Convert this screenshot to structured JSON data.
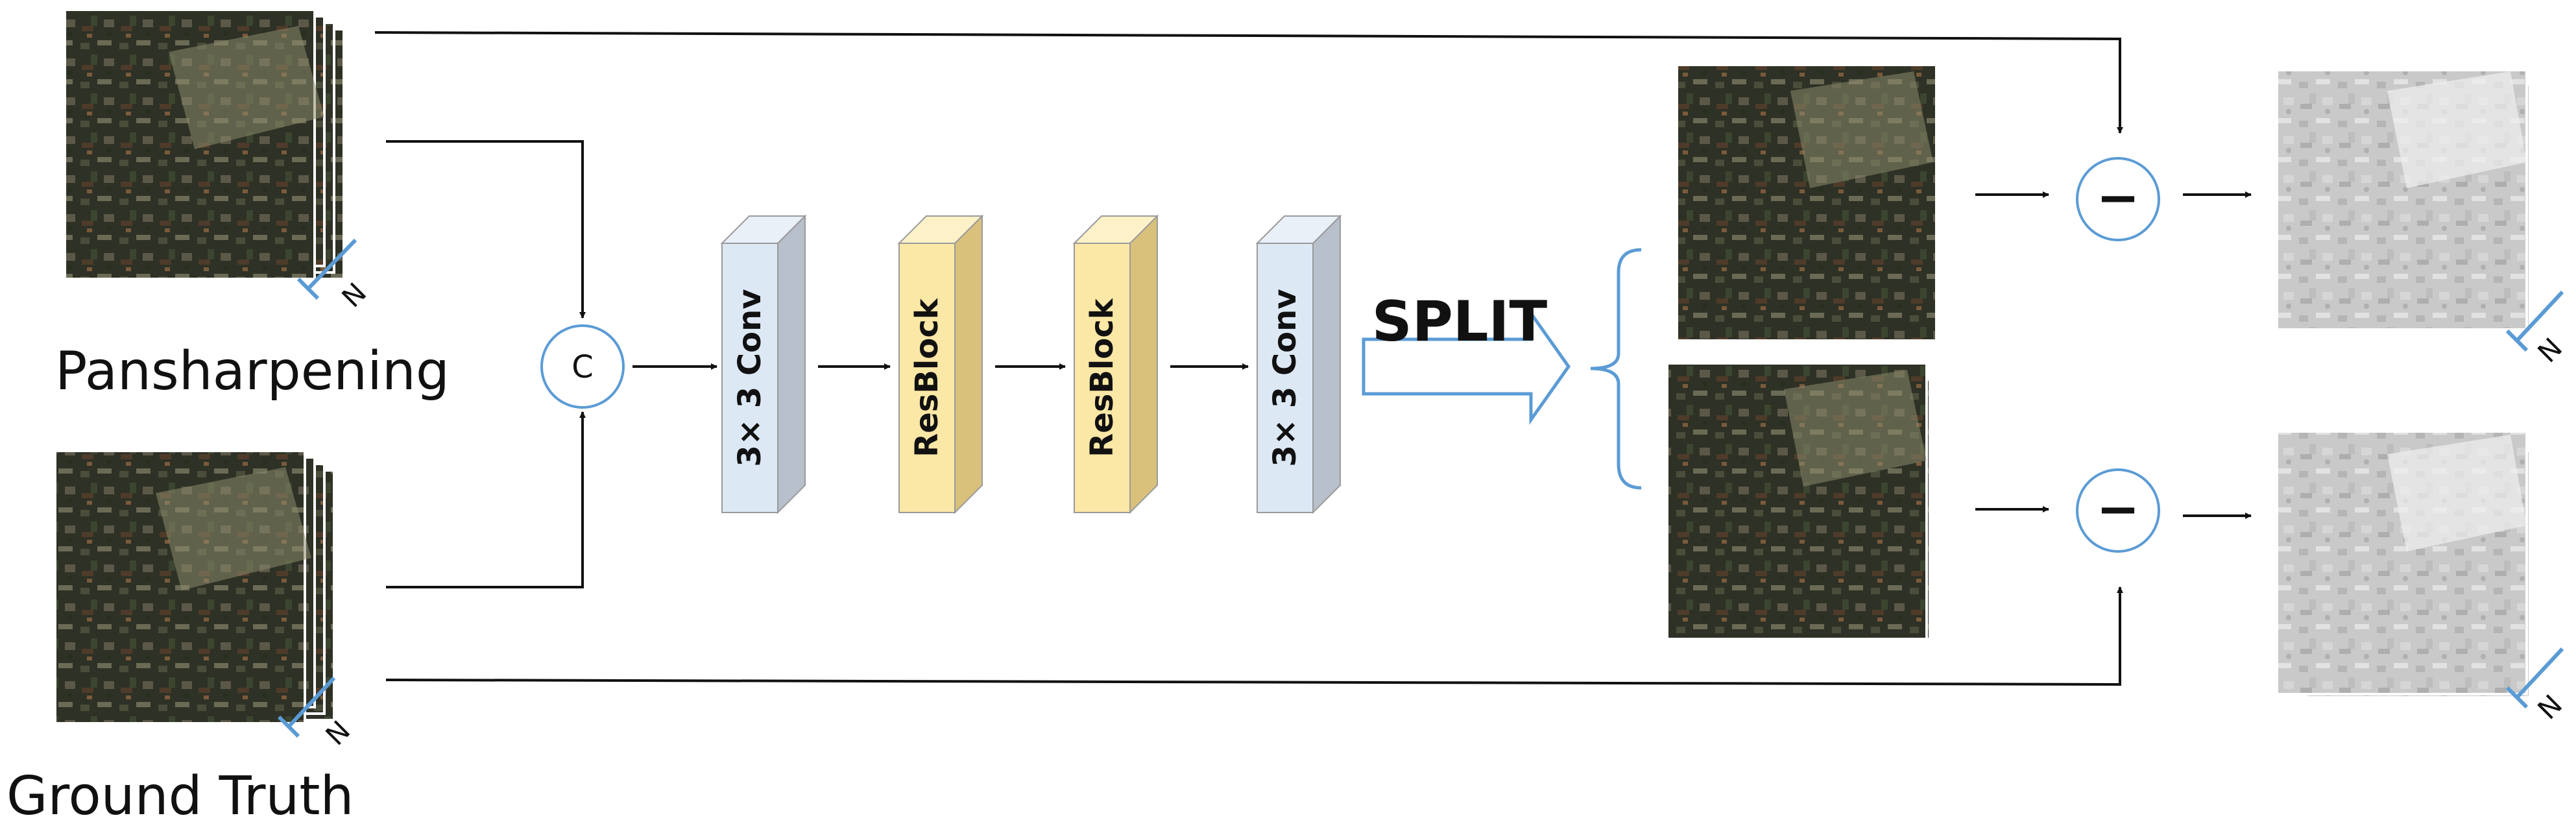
{
  "inputs": {
    "top_label": "Pansharpening",
    "bottom_label": "Ground Truth",
    "stack_dimension": "N"
  },
  "concat_symbol": "C",
  "blocks": [
    {
      "label": "3× 3 Conv",
      "kind": "conv"
    },
    {
      "label": "ResBlock",
      "kind": "resblock"
    },
    {
      "label": "ResBlock",
      "kind": "resblock"
    },
    {
      "label": "3× 3 Conv",
      "kind": "conv"
    }
  ],
  "split_label": "SPLIT",
  "subtract_symbol": "−",
  "colors": {
    "conv_face": "#dde8f5",
    "conv_side": "#b7c0cb",
    "conv_top": "#e9f0f8",
    "resblock_face": "#fbe7a6",
    "resblock_side": "#d9c17c",
    "resblock_top": "#fdf1c8",
    "accent_blue": "#5b9bd5",
    "line": "#111111"
  }
}
